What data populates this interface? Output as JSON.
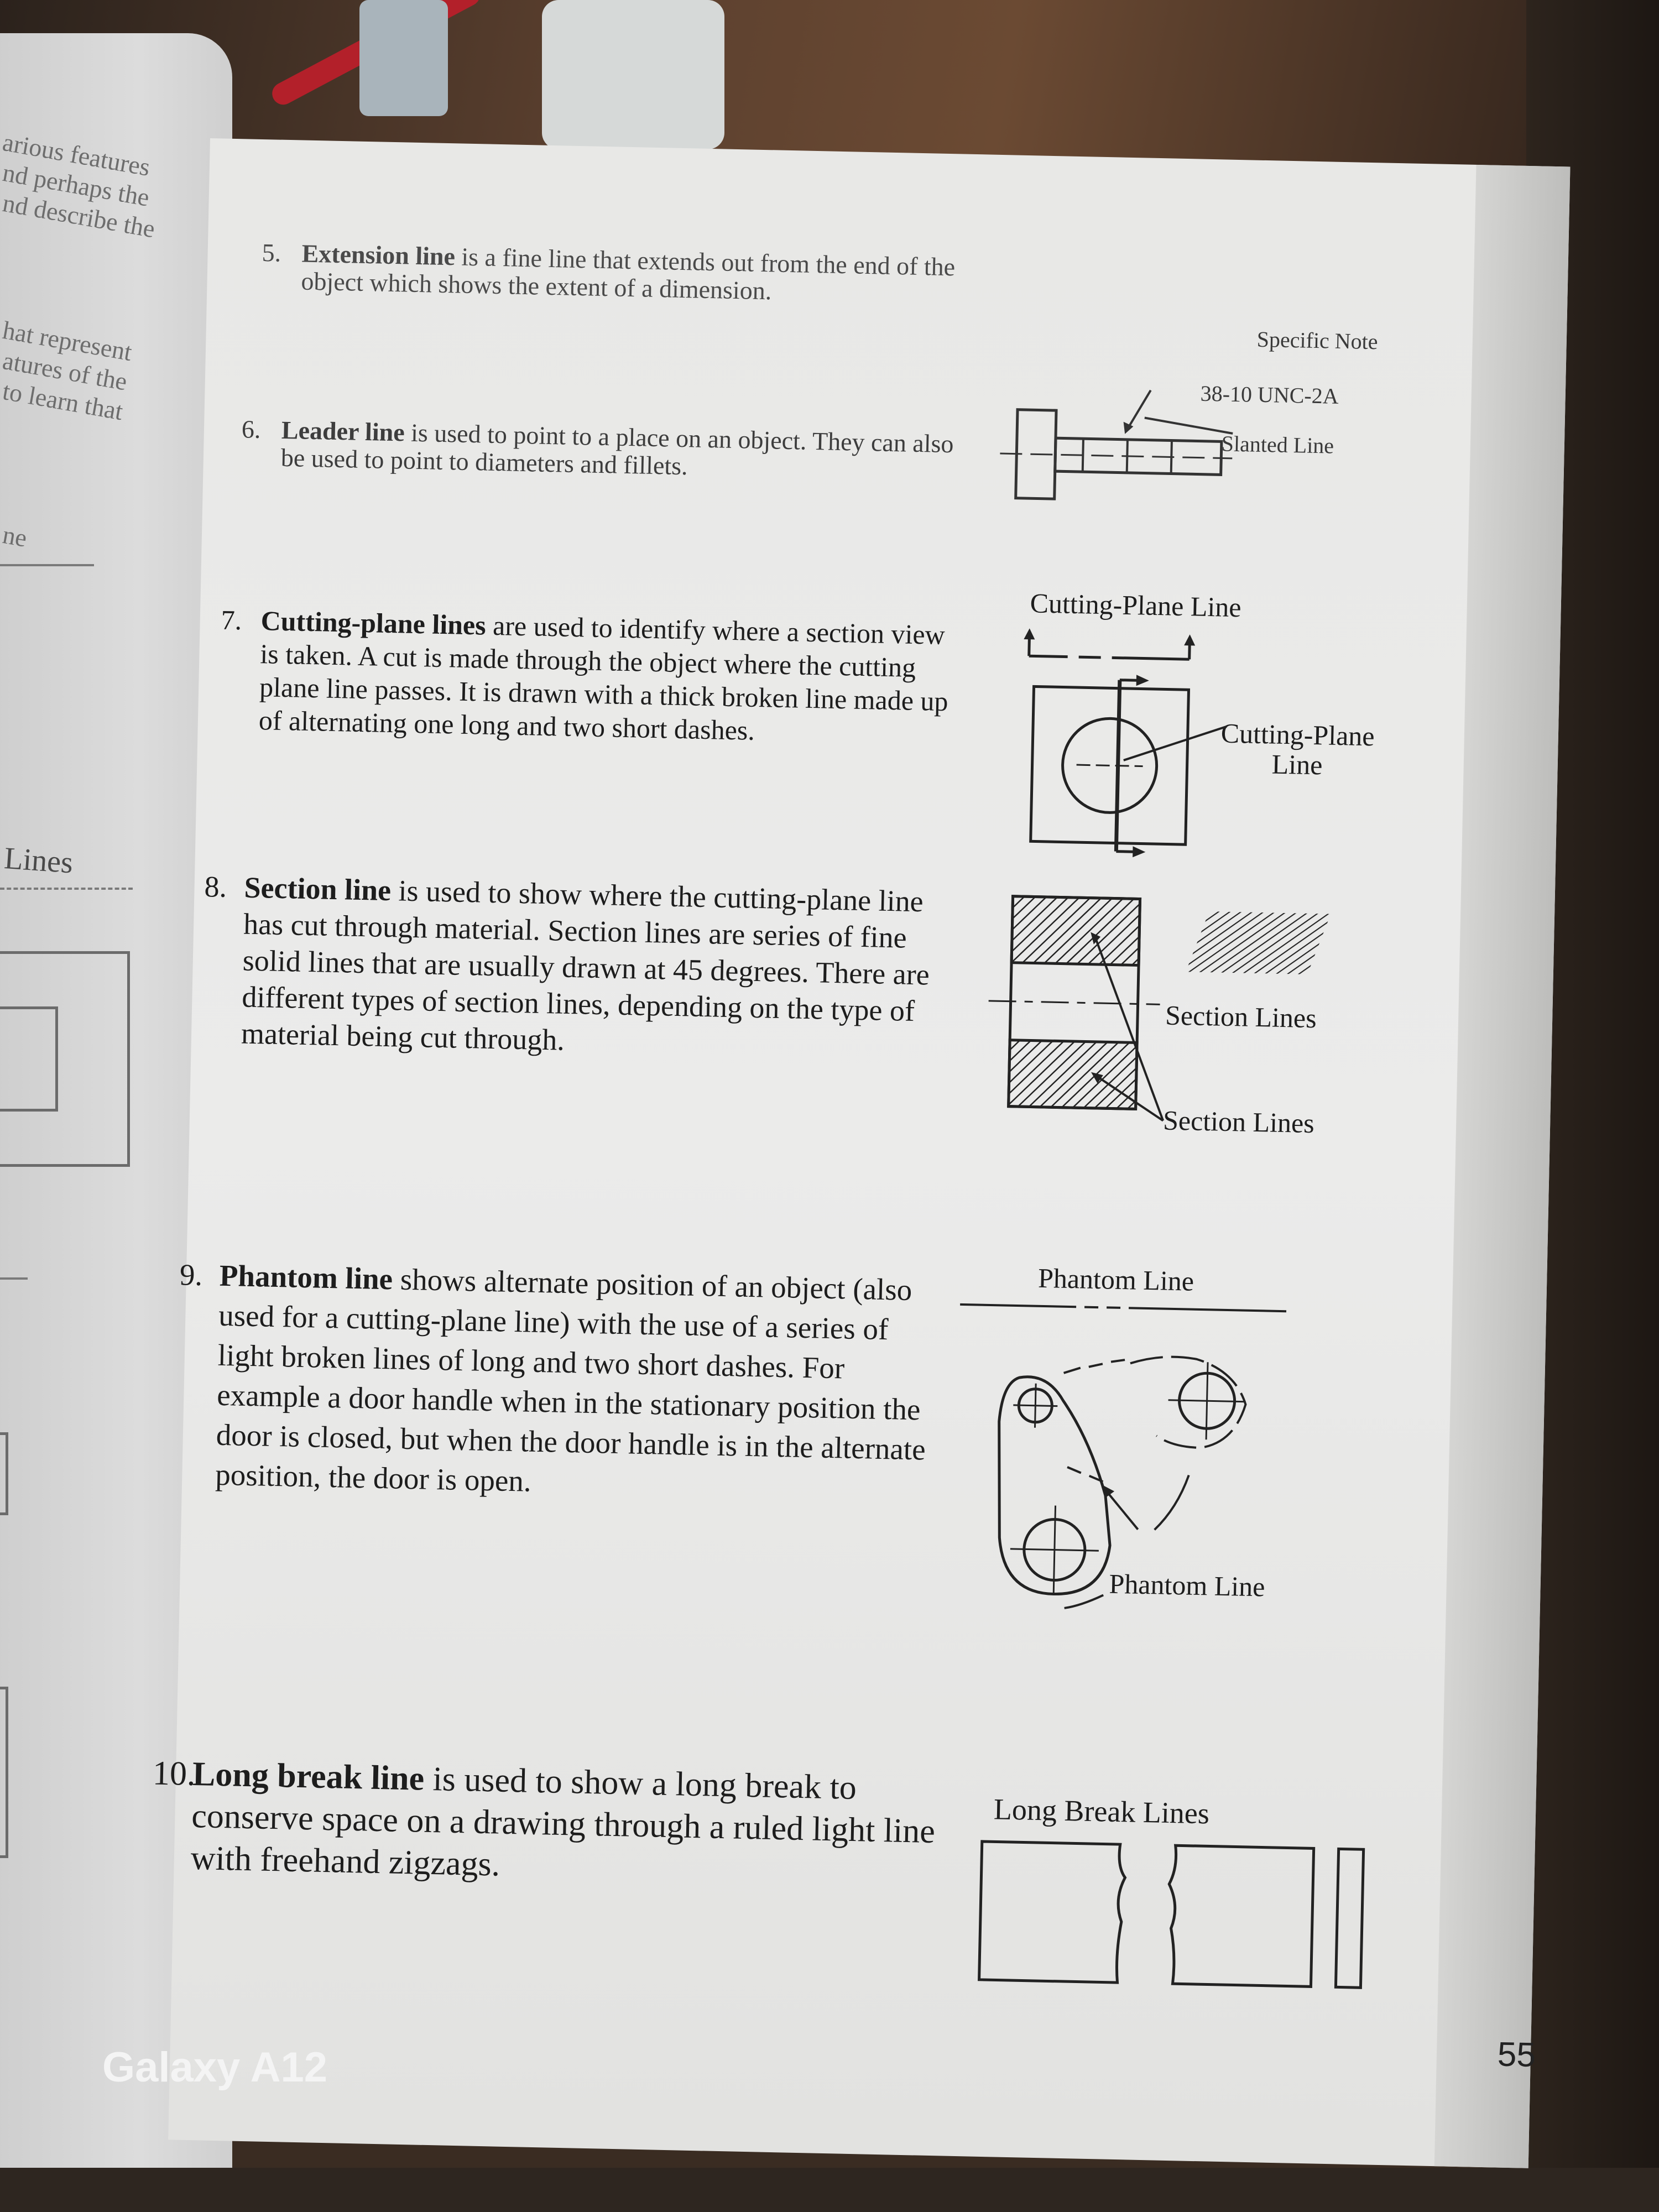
{
  "left_page": {
    "fragment_lines": [
      "arious features",
      "nd perhaps the",
      "nd describe the",
      "hat represent",
      "atures of the",
      "to learn that",
      "ne",
      "Lines"
    ]
  },
  "items": [
    {
      "number": "5.",
      "term": "Extension line",
      "text": " is a fine line that extends out from the end of the object which shows the extent of a dimension."
    },
    {
      "number": "6.",
      "term": "Leader line",
      "text": " is used to point to a place on an object. They can also be used to point to diameters and fillets."
    },
    {
      "number": "7.",
      "term": "Cutting-plane lines",
      "text": " are used to identify where a section view is taken. A cut is made through the object where the cutting plane line passes. It is drawn with a thick broken line made up of alternating one long and two short dashes."
    },
    {
      "number": "8.",
      "term": "Section line",
      "text": " is used to show where the cutting-plane line has cut through material. Section lines are series of fine solid lines that are usually drawn at 45 degrees. There are different types of section lines, depending on the type of material being cut through."
    },
    {
      "number": "9.",
      "term": "Phantom line",
      "text": " shows alternate position of an object (also used for a cutting-plane line) with the use of a series of light broken lines of long and two short dashes. For example a door handle when in the stationary position the door is closed, but when the door handle is in the alternate position, the door is open."
    },
    {
      "number": "10.",
      "term": "Long break line",
      "text": " is used to show a long break to conserve space on a drawing through a ruled light line with freehand zigzags."
    }
  ],
  "figures": {
    "leader": {
      "specific_note": "Specific Note",
      "thread_note": "38-10 UNC-2A",
      "slanted_line": "Slanted Line"
    },
    "cutting_plane": {
      "title": "Cutting-Plane Line",
      "label": "Cutting-Plane\nLine"
    },
    "section": {
      "label_top": "Section Lines",
      "label_bottom": "Section Lines"
    },
    "phantom": {
      "title": "Phantom Line",
      "label": "Phantom Line"
    },
    "long_break": {
      "title": "Long Break Lines"
    }
  },
  "page_number": "55",
  "camera_watermark": "Galaxy A12"
}
